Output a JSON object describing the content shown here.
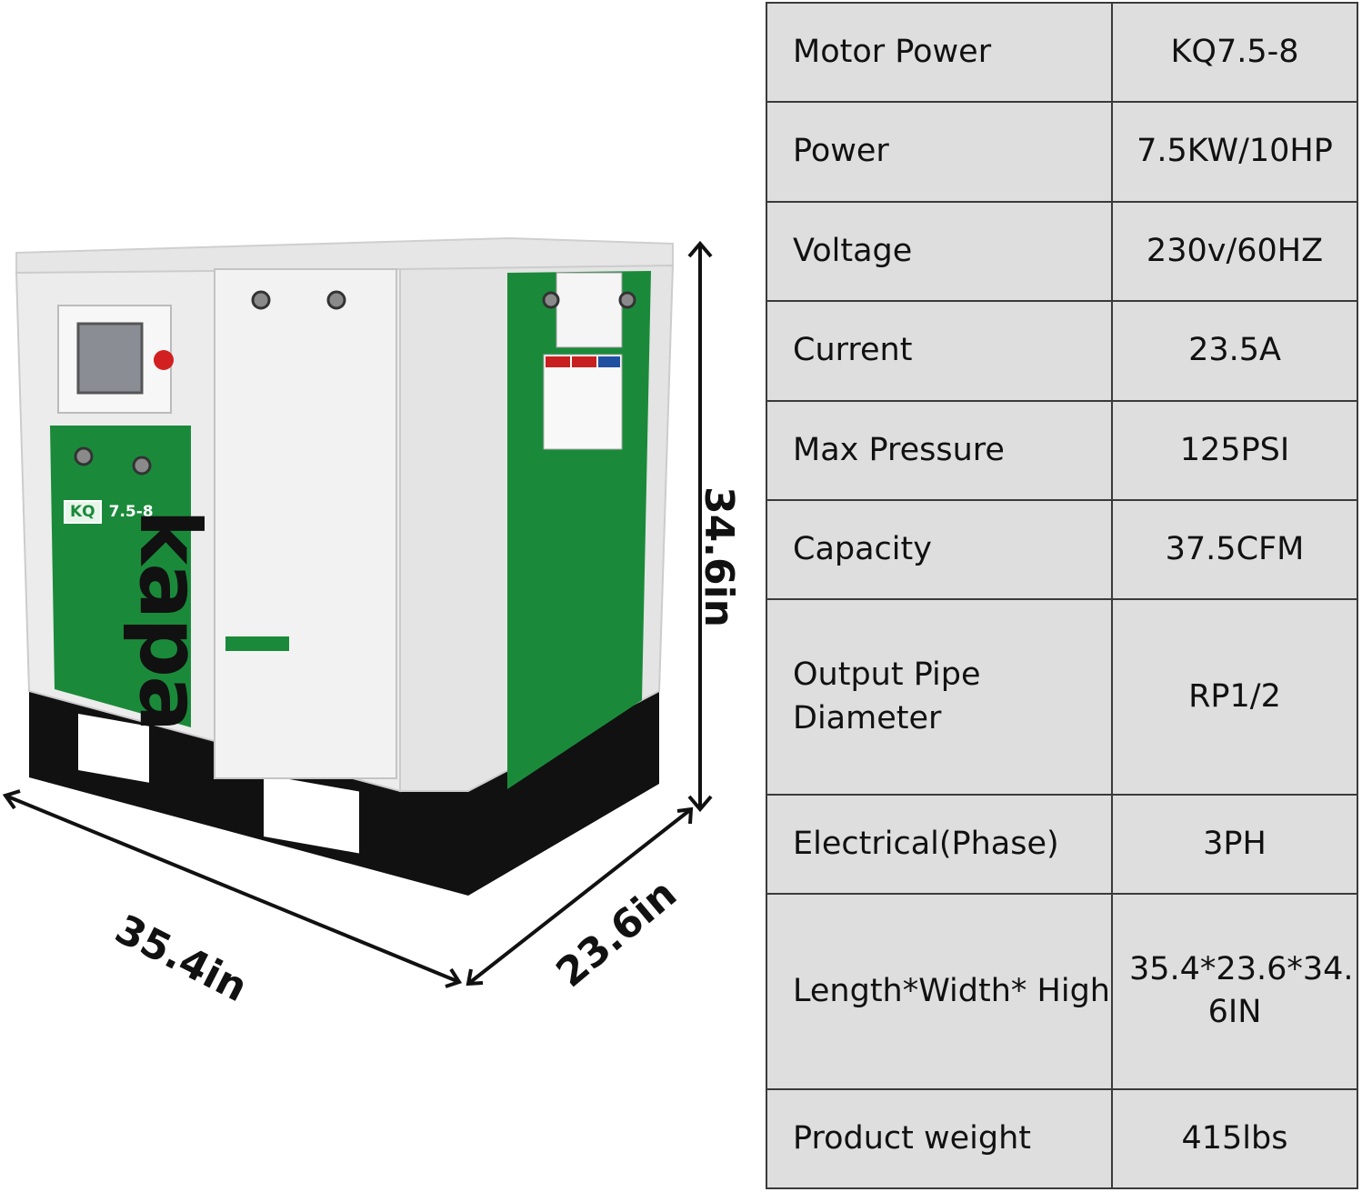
{
  "dimensions": {
    "length": "35.4in",
    "width": "23.6in",
    "height": "34.6in"
  },
  "product": {
    "brand": "kapa",
    "model_prefix": "KQ",
    "model_number": "7.5-8",
    "colors": {
      "accent_green": "#1a8a3a",
      "body_white": "#ededed",
      "base_black": "#111111"
    }
  },
  "specs": [
    {
      "label": "Motor Power",
      "value": "KQ7.5-8"
    },
    {
      "label": "Power",
      "value": "7.5KW/10HP"
    },
    {
      "label": "Voltage",
      "value": "230v/60HZ"
    },
    {
      "label": "Current",
      "value": "23.5A"
    },
    {
      "label": "Max Pressure",
      "value": "125PSI"
    },
    {
      "label": "Capacity",
      "value": "37.5CFM"
    },
    {
      "label": "Output Pipe Diameter",
      "value": "RP1/2"
    },
    {
      "label": "Electrical(Phase)",
      "value": "3PH"
    },
    {
      "label": "Length*Width* High",
      "value": "35.4*23.6*34. 6IN"
    },
    {
      "label": "Product weight",
      "value": "415lbs"
    }
  ]
}
